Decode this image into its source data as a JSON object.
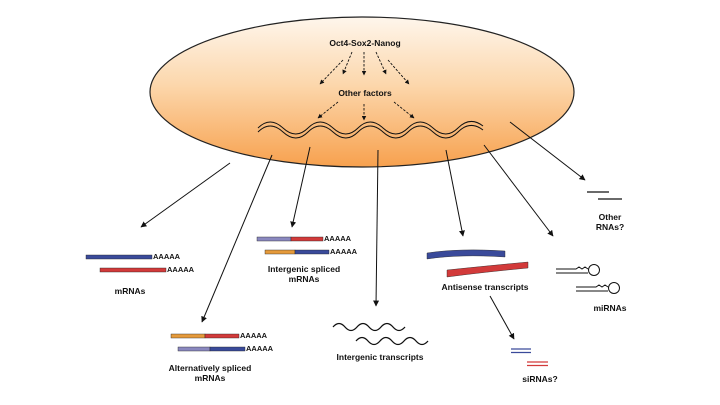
{
  "nucleus": {
    "title": "Oct4-Sox2-Nanog",
    "other_factors": "Other factors"
  },
  "outputs": {
    "mrnas": {
      "label": "mRNAs",
      "poly_a": [
        "AAAAA",
        "AAAAA"
      ]
    },
    "alternatively_spliced": {
      "label_line1": "Alternatively spliced",
      "label_line2": "mRNAs",
      "poly_a": [
        "AAAAA",
        "AAAAA"
      ]
    },
    "intergenic_spliced": {
      "label_line1": "Intergenic spliced",
      "label_line2": "mRNAs",
      "poly_a": [
        "AAAAA",
        "AAAAA"
      ]
    },
    "intergenic_transcripts": {
      "label": "Intergenic transcripts"
    },
    "antisense": {
      "label": "Antisense transcripts"
    },
    "sirnas": {
      "label": "siRNAs?"
    },
    "mirnas": {
      "label": "miRNAs"
    },
    "other_rnas": {
      "label_line1": "Other",
      "label_line2": "RNAs?"
    }
  },
  "colors": {
    "nucleus_top": "#fdf2e6",
    "nucleus_bottom": "#f7a14e",
    "exon_blue": "#3a4a9a",
    "exon_red": "#d23a3a",
    "exon_orange": "#e59a3b",
    "exon_lavender": "#8a88bf",
    "ink": "#111111"
  }
}
